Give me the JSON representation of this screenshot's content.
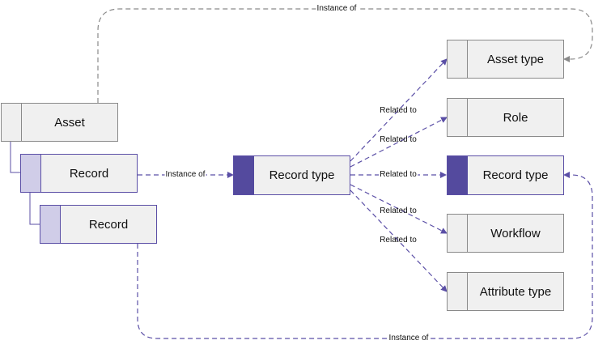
{
  "nodes": {
    "asset": "Asset",
    "record_1": "Record",
    "record_2": "Record",
    "record_type_center": "Record type",
    "asset_type": "Asset type",
    "role": "Role",
    "record_type_right": "Record type",
    "workflow": "Workflow",
    "attribute_type": "Attribute type"
  },
  "edges": {
    "asset_instance_of": "Instance of",
    "record_instance_of": "Instance of",
    "record2_instance_of": "Instance of",
    "related_asset_type": "Related to",
    "related_role": "Related to",
    "related_record_type": "Related to",
    "related_workflow": "Related to",
    "related_attribute_type": "Related to"
  },
  "colors": {
    "dark_purple": "#544a9e",
    "light_purple": "#d0cde8",
    "line_purple": "#5b4fa6",
    "gray": "#8a8a8a"
  }
}
